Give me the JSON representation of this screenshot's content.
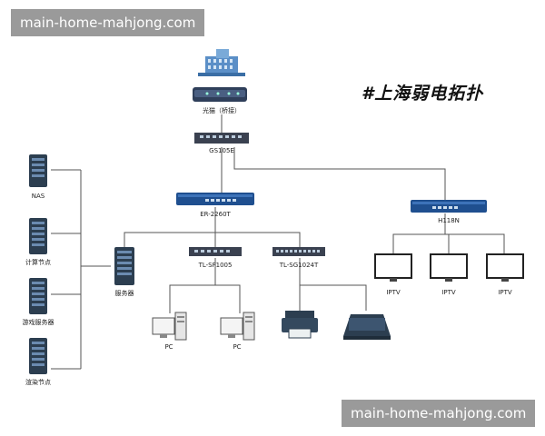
{
  "watermark_top": "main-home-mahjong.com",
  "watermark_bottom": "main-home-mahjong.com",
  "heading": "#上海弱电拓扑",
  "labels": {
    "modem": "光猫（桥接）",
    "gs105e": "GS105E",
    "er2260t": "ER-2260T",
    "h118n": "H118N",
    "tl_sf1005": "TL-SF1005",
    "tl_sg1024t": "TL-SG1024T",
    "nas": "NAS",
    "compute_node": "计算节点",
    "game_server": "游戏服务器",
    "render_node": "渲染节点",
    "server": "服务器",
    "pc1": "PC",
    "pc2": "PC",
    "iptv1": "IPTV",
    "iptv2": "IPTV",
    "iptv3": "IPTV"
  },
  "colors": {
    "router_blue": "#1f4f8f",
    "switch_dark": "#3a4150",
    "server_dark": "#2c3e50",
    "line": "#555555"
  }
}
